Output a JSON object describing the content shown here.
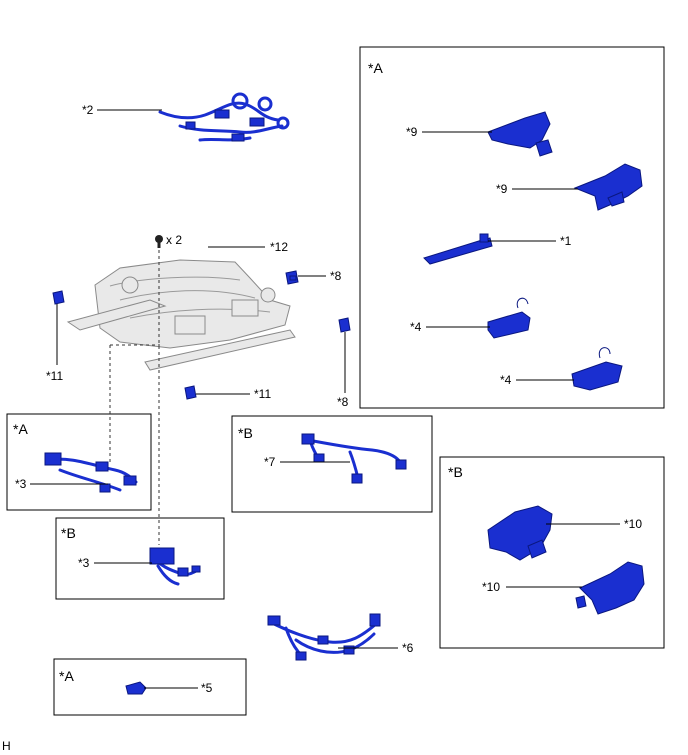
{
  "labels": {
    "p1": "*1",
    "p2": "*2",
    "p3a": "*3",
    "p3b": "*3",
    "p4a": "*4",
    "p4b": "*4",
    "p5": "*5",
    "p6": "*6",
    "p7": "*7",
    "p8a": "*8",
    "p8b": "*8",
    "p9a": "*9",
    "p9b": "*9",
    "p10a": "*10",
    "p10b": "*10",
    "p11a": "*11",
    "p11b": "*11",
    "p12": "*12",
    "qty": "x 2"
  },
  "boxes": {
    "a_right": "*A",
    "a_left": "*A",
    "b_left": "*B",
    "b_center": "*B",
    "b_right": "*B",
    "a_bottom": "*A"
  },
  "corner_mark": "H",
  "colors": {
    "part": "#1a2fd0",
    "frame_ghost": "#e9e9e9"
  },
  "icons": {
    "bolt": "bolt-icon"
  }
}
